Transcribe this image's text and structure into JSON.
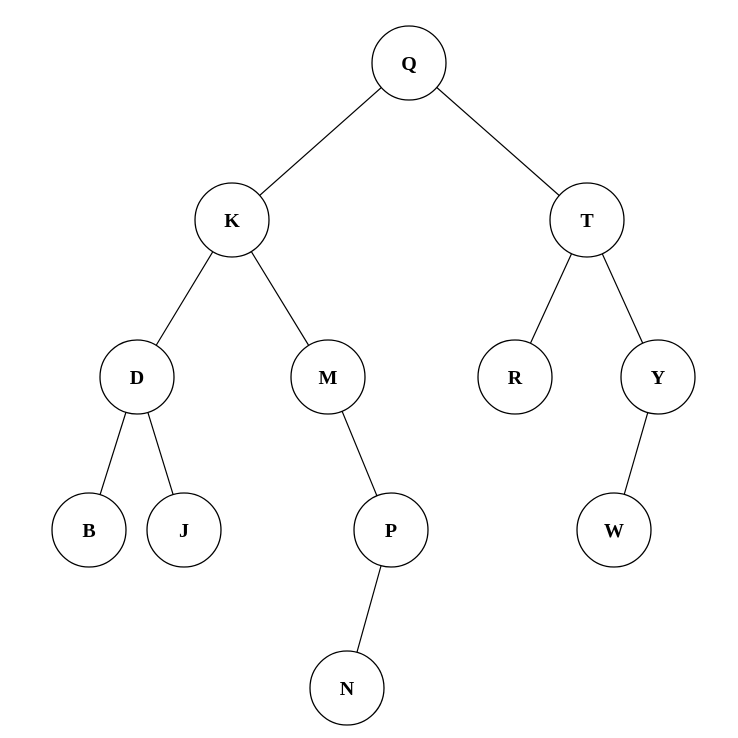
{
  "tree": {
    "nodes": [
      {
        "id": "Q",
        "label": "Q"
      },
      {
        "id": "K",
        "label": "K"
      },
      {
        "id": "T",
        "label": "T"
      },
      {
        "id": "D",
        "label": "D"
      },
      {
        "id": "M",
        "label": "M"
      },
      {
        "id": "R",
        "label": "R"
      },
      {
        "id": "Y",
        "label": "Y"
      },
      {
        "id": "B",
        "label": "B"
      },
      {
        "id": "J",
        "label": "J"
      },
      {
        "id": "P",
        "label": "P"
      },
      {
        "id": "W",
        "label": "W"
      },
      {
        "id": "N",
        "label": "N"
      }
    ],
    "edges": [
      [
        "Q",
        "K"
      ],
      [
        "Q",
        "T"
      ],
      [
        "K",
        "D"
      ],
      [
        "K",
        "M"
      ],
      [
        "T",
        "R"
      ],
      [
        "T",
        "Y"
      ],
      [
        "D",
        "B"
      ],
      [
        "D",
        "J"
      ],
      [
        "M",
        "P"
      ],
      [
        "Y",
        "W"
      ],
      [
        "P",
        "N"
      ]
    ]
  }
}
